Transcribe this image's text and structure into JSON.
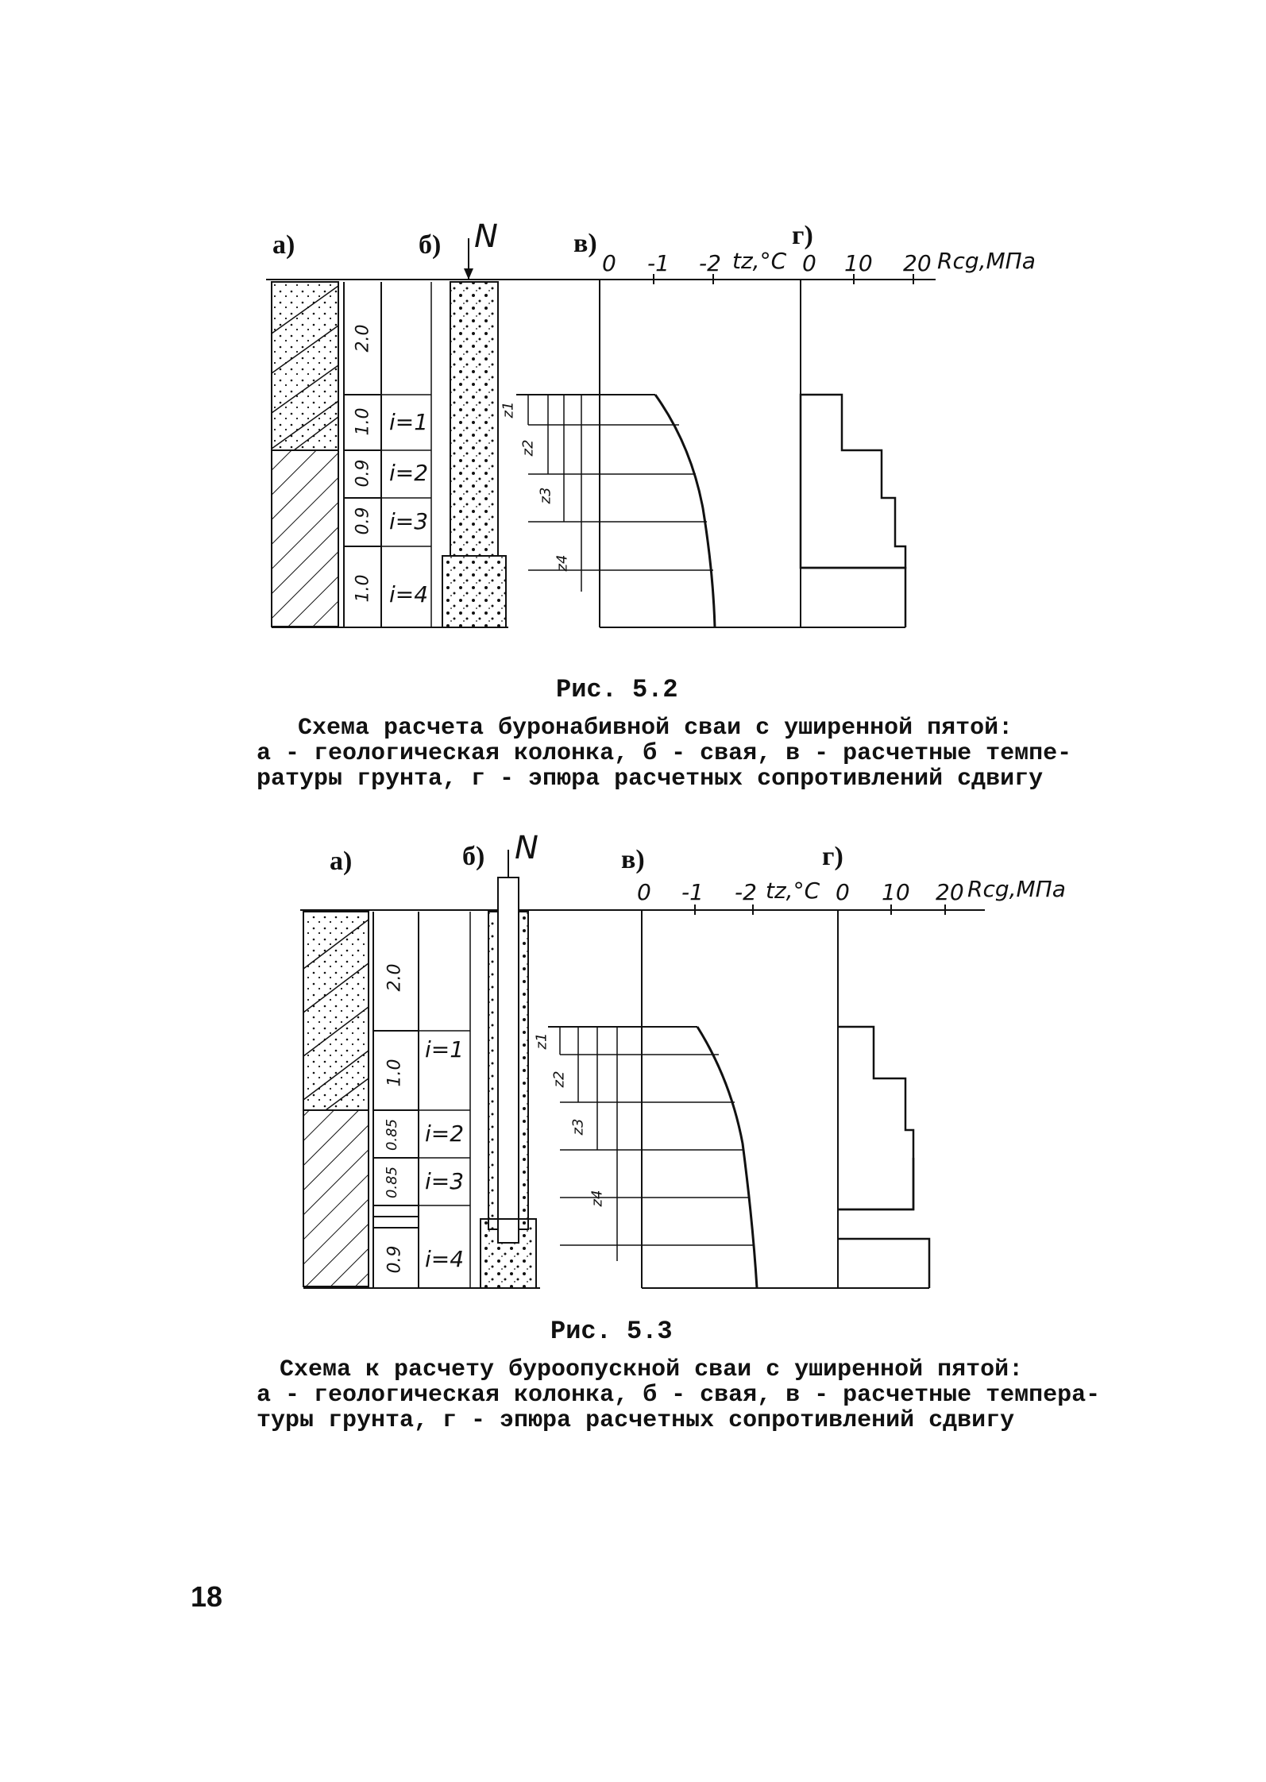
{
  "page_number": "18",
  "figures": [
    {
      "id": "fig-5-2",
      "panel_a": "а)",
      "panel_b": "б)",
      "panel_v": "в)",
      "panel_g": "г)",
      "load": "N",
      "temp_axis": {
        "ticks": [
          "0",
          "-1",
          "-2"
        ],
        "label": "tz,°C"
      },
      "shear_axis": {
        "ticks": [
          "0",
          "10",
          "20"
        ],
        "label": "Rcg,МПа"
      },
      "layer_thickness": [
        "2.0",
        "1.0",
        "0.9",
        "0.9",
        "1.0"
      ],
      "layer_index": [
        "i=1",
        "i=2",
        "i=3",
        "i=4"
      ],
      "depths": [
        "z1",
        "z2",
        "z3",
        "z4"
      ],
      "figure_label": "Рис. 5.2",
      "caption_lines": [
        "Схема расчета буронабивной сваи с уширенной пятой:",
        "а - геологическая колонка, б - свая, в - расчетные темпе-",
        "ратуры грунта, г - эпюра расчетных сопротивлений сдвигу"
      ]
    },
    {
      "id": "fig-5-3",
      "panel_a": "а)",
      "panel_b": "б)",
      "panel_v": "в)",
      "panel_g": "г)",
      "load": "N",
      "temp_axis": {
        "ticks": [
          "0",
          "-1",
          "-2"
        ],
        "label": "tz,°C"
      },
      "shear_axis": {
        "ticks": [
          "0",
          "10",
          "20"
        ],
        "label": "Rcg,МПа"
      },
      "layer_thickness": [
        "2.0",
        "1.0",
        "0.85",
        "0.85",
        "0.9"
      ],
      "layer_index": [
        "i=1",
        "i=2",
        "i=3",
        "i=4"
      ],
      "depths": [
        "z1",
        "z2",
        "z3",
        "z4"
      ],
      "figure_label": "Рис. 5.3",
      "caption_lines": [
        "Схема к расчету буроопускной сваи с уширенной пятой:",
        "а - геологическая колонка, б - свая, в - расчетные темпера-",
        "туры грунта, г - эпюра расчетных сопротивлений сдвигу"
      ]
    }
  ]
}
